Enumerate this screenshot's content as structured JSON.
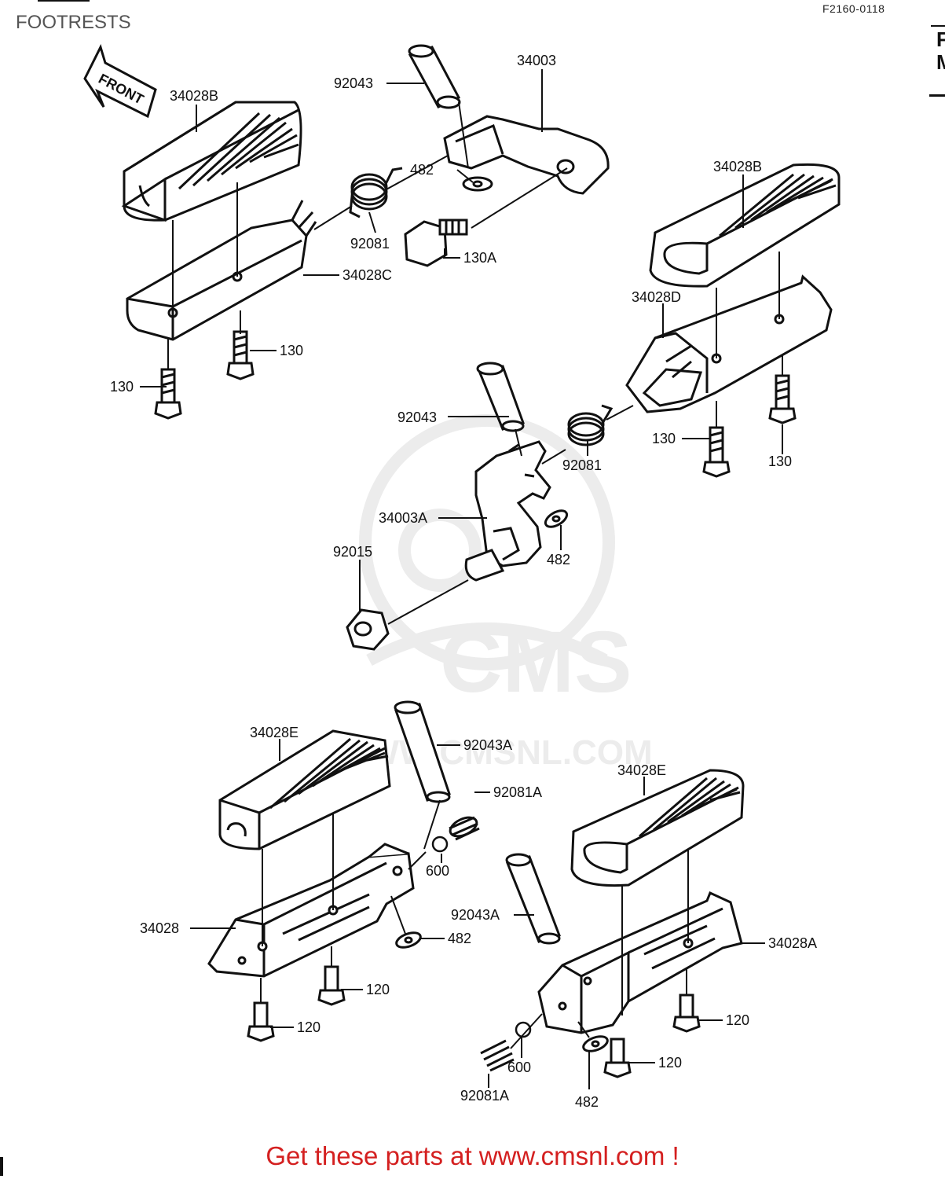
{
  "header": {
    "title": "FOOTRESTS",
    "figure_code": "F2160-0118",
    "edge_fragment": [
      "F",
      "M"
    ]
  },
  "front_arrow": {
    "label": "FRONT"
  },
  "watermark": {
    "logo_text": "CMS",
    "url_text": "WWW.CMSNL.COM"
  },
  "callouts": {
    "c1": "34028B",
    "c2": "92043",
    "c3": "34003",
    "c4": "482",
    "c5": "92081",
    "c6": "130A",
    "c7": "34028C",
    "c8": "130",
    "c9": "130",
    "c10": "34028B",
    "c11": "34028D",
    "c12": "92043",
    "c13": "92081",
    "c14": "130",
    "c15": "130",
    "c16": "34003A",
    "c17": "92015",
    "c18": "482",
    "c19": "34028E",
    "c20": "92043A",
    "c21": "92081A",
    "c22": "600",
    "c23": "482",
    "c24": "34028",
    "c25": "120",
    "c26": "120",
    "c27": "34028E",
    "c28": "92043A",
    "c29": "34028A",
    "c30": "120",
    "c31": "600",
    "c32": "120",
    "c33": "92081A",
    "c34": "482"
  },
  "footer": {
    "text": "Get these parts at www.cmsnl.com !"
  }
}
